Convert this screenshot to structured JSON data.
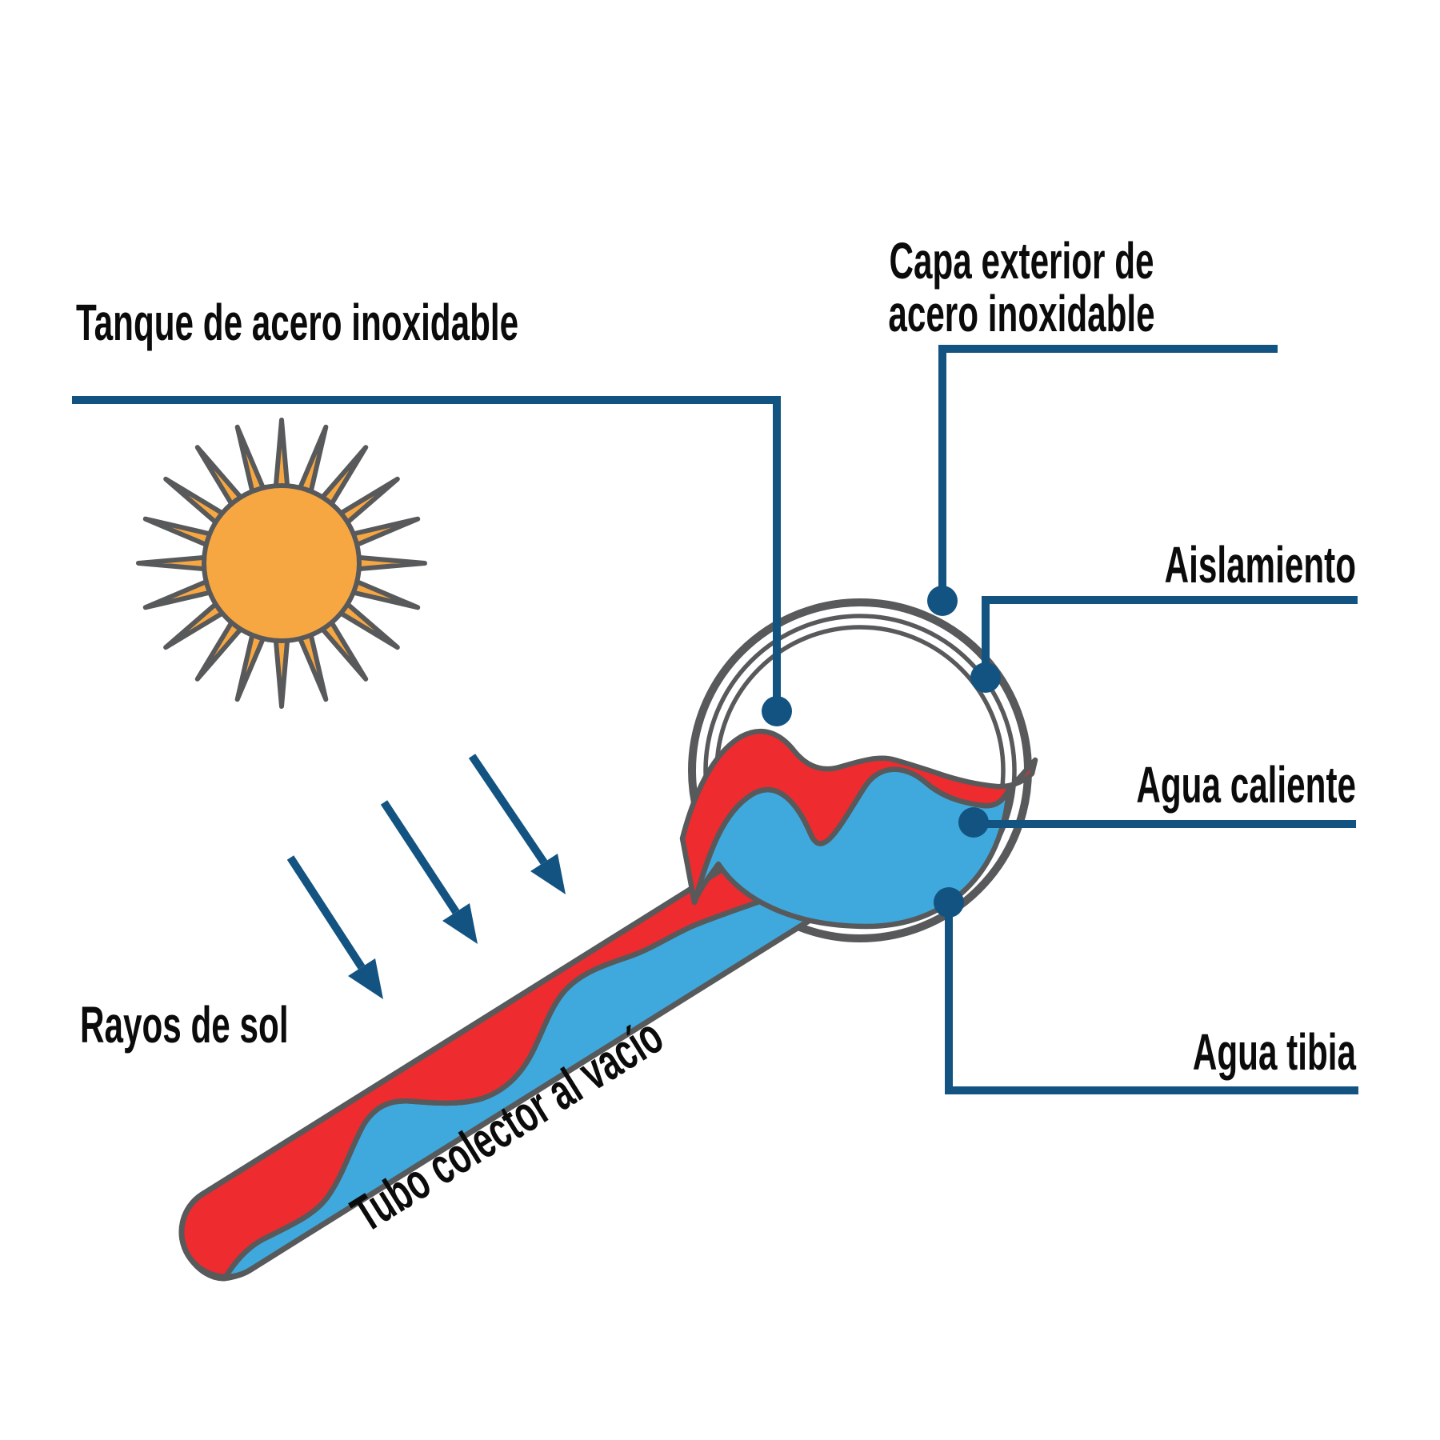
{
  "diagram": {
    "type": "solar-water-heater-vacuum-tube-cutaway",
    "labels": {
      "tanque": "Tanque de acero inoxidable",
      "capa_line1": "Capa exterior de",
      "capa_line2": "acero inoxidable",
      "aislamiento": "Aislamiento",
      "agua_caliente": "Agua caliente",
      "agua_tibia": "Agua tibia",
      "rayos": "Rayos de sol",
      "tubo": "Tubo colector al vacío"
    },
    "icons": [
      {
        "name": "sun-icon",
        "meaning": "sun with 20 rays"
      },
      {
        "name": "sun-ray-arrow-icon",
        "meaning": "sunlight direction arrows",
        "count": 3
      },
      {
        "name": "tank-rings-icon",
        "meaning": "tank wall cross-section, 3 concentric circles"
      },
      {
        "name": "leader-dot",
        "meaning": "callout anchor dot",
        "count": 5
      }
    ],
    "colors": {
      "accent_blue": "#135381",
      "liquid_red": "#EE2B2E",
      "liquid_blue": "#3FA8DC",
      "outline_gray": "#58595B",
      "sun_orange": "#F7A742",
      "text_black": "#0B0B0B",
      "background": "#FFFFFF"
    }
  }
}
